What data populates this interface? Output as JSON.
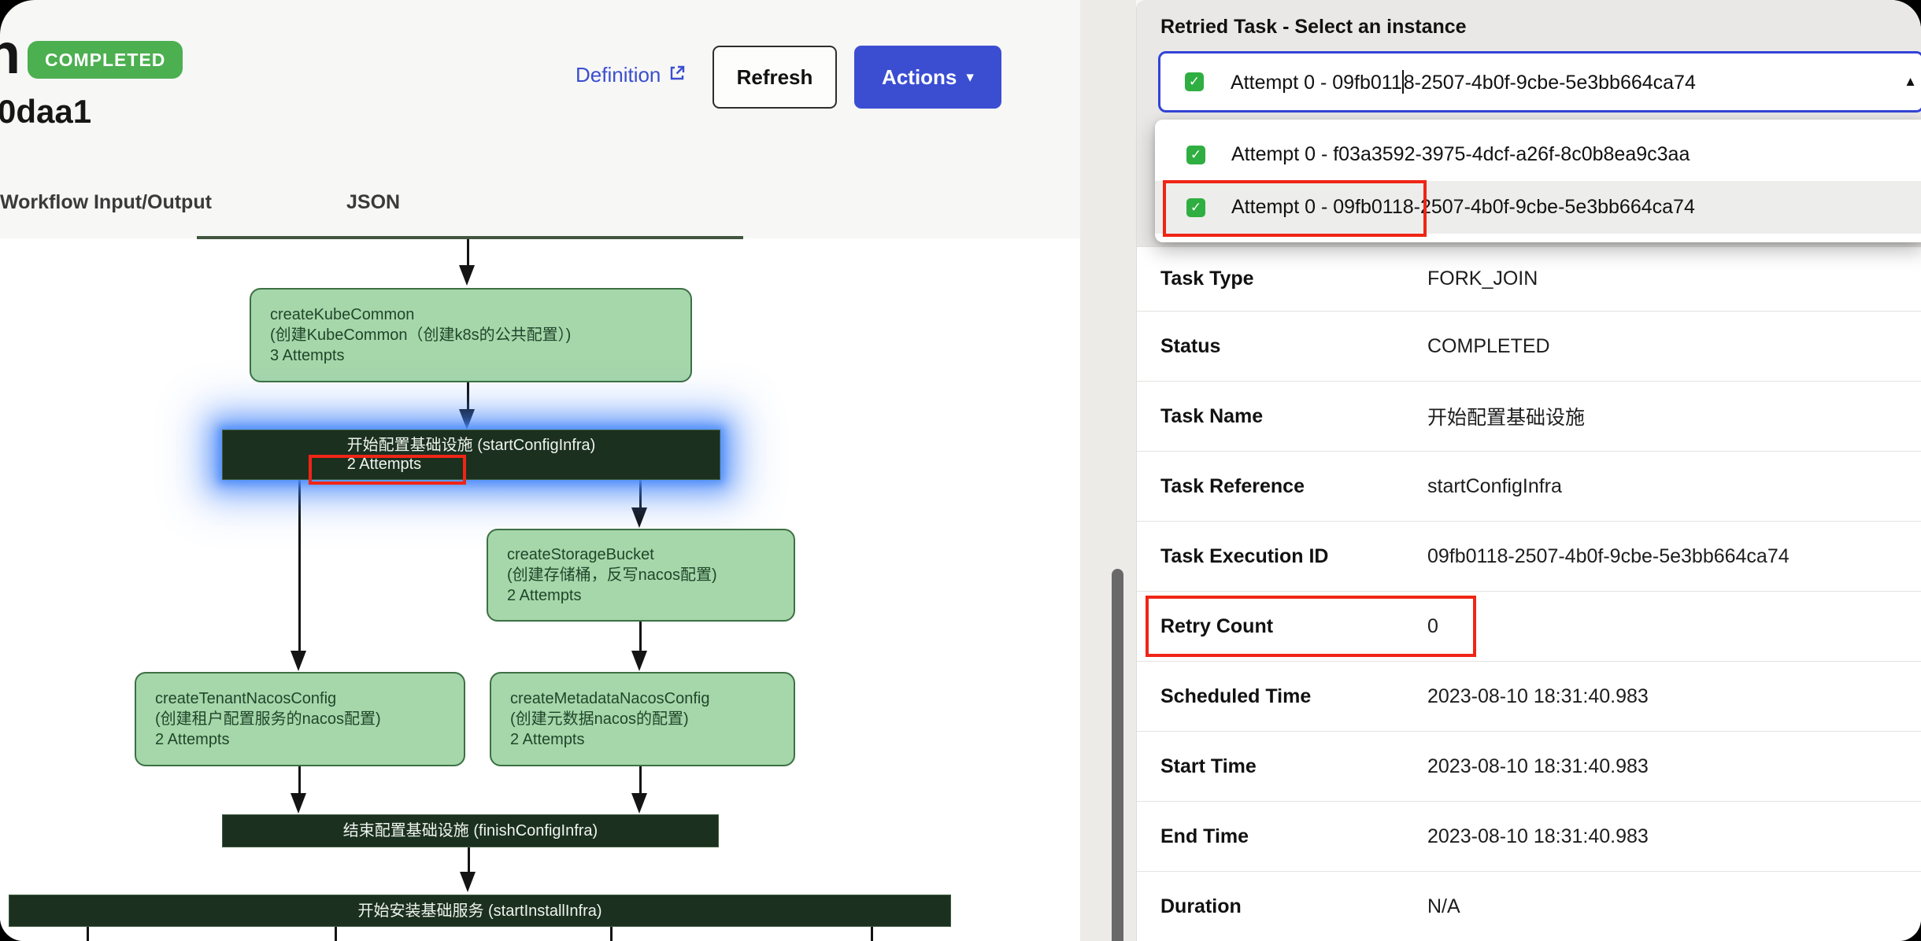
{
  "colors": {
    "badge_green": "#4caf50",
    "accent_blue": "#3b4ed2",
    "select_border_blue": "#3443d6",
    "node_green": "#a6d7aa",
    "node_dark_green": "#1c301f",
    "selection_glow_blue": "#4f8ef9",
    "annotation_red": "#ef2516"
  },
  "header": {
    "title_fragment": "n",
    "status_badge": "COMPLETED",
    "workflow_id_fragment": "0daa1",
    "definition_link": "Definition",
    "refresh_button": "Refresh",
    "actions_button": "Actions",
    "actions_caret": "▾",
    "tabs": [
      {
        "label": "Workflow Input/Output"
      },
      {
        "label": "JSON"
      }
    ]
  },
  "diagram": {
    "nodes": {
      "kube": {
        "name": "createKubeCommon",
        "desc": "(创建KubeCommon（创建k8s的公共配置）)",
        "attempts": "3 Attempts"
      },
      "startConfig": {
        "title": "开始配置基础设施 (startConfigInfra)",
        "attempts": "2 Attempts"
      },
      "storage": {
        "name": "createStorageBucket",
        "desc": "(创建存储桶，反写nacos配置)",
        "attempts": "2 Attempts"
      },
      "tenant": {
        "name": "createTenantNacosConfig",
        "desc": "(创建租户配置服务的nacos配置)",
        "attempts": "2 Attempts"
      },
      "metadata": {
        "name": "createMetadataNacosConfig",
        "desc": "(创建元数据nacos的配置)",
        "attempts": "2 Attempts"
      },
      "finishConfig": {
        "title": "结束配置基础设施 (finishConfigInfra)"
      },
      "startInstall": {
        "title": "开始安装基础服务 (startInstallInfra)"
      }
    }
  },
  "panel": {
    "heading": "Retried Task - Select an instance",
    "select": {
      "check": "✓",
      "value_before_cursor": "Attempt 0 - 09fb011",
      "value_after_cursor": "8-2507-4b0f-9cbe-5e3bb664ca74",
      "collapse_caret": "▲"
    },
    "options": [
      {
        "check": "✓",
        "label": "Attempt 0 - f03a3592-3975-4dcf-a26f-8c0b8ea9c3aa"
      },
      {
        "check": "✓",
        "label": "Attempt 0 - 09fb0118-2507-4b0f-9cbe-5e3bb664ca74"
      }
    ],
    "rows": [
      {
        "label": "Task Type",
        "value": "FORK_JOIN"
      },
      {
        "label": "Status",
        "value": "COMPLETED"
      },
      {
        "label": "Task Name",
        "value": "开始配置基础设施"
      },
      {
        "label": "Task Reference",
        "value": "startConfigInfra"
      },
      {
        "label": "Task Execution ID",
        "value": "09fb0118-2507-4b0f-9cbe-5e3bb664ca74"
      },
      {
        "label": "Retry Count",
        "value": "0"
      },
      {
        "label": "Scheduled Time",
        "value": "2023-08-10 18:31:40.983"
      },
      {
        "label": "Start Time",
        "value": "2023-08-10 18:31:40.983"
      },
      {
        "label": "End Time",
        "value": "2023-08-10 18:31:40.983"
      },
      {
        "label": "Duration",
        "value": "N/A"
      }
    ]
  }
}
